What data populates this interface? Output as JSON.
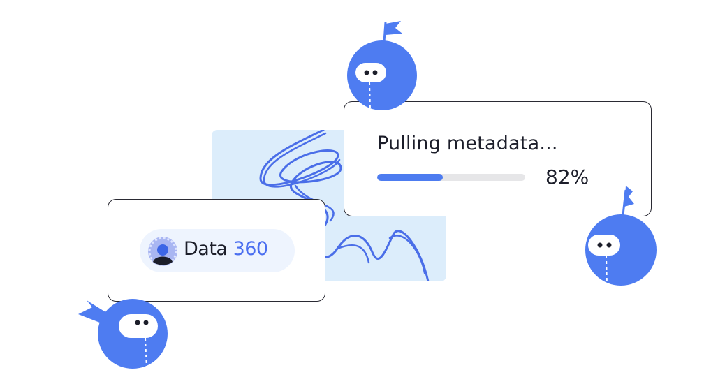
{
  "brand": {
    "word": "Data",
    "number": "360"
  },
  "progress": {
    "label": "Pulling metadata...",
    "percent_text": "82%",
    "fraction": 0.82
  },
  "colors": {
    "accent": "#4d7cf0",
    "mascot": "#4e7cf1",
    "backdrop": "#dcedfb",
    "track": "#e6e6e8",
    "text": "#1c1e2a"
  },
  "icons": [
    "data-cloud-logo-icon",
    "mascot-icon",
    "scribble-decoration"
  ]
}
